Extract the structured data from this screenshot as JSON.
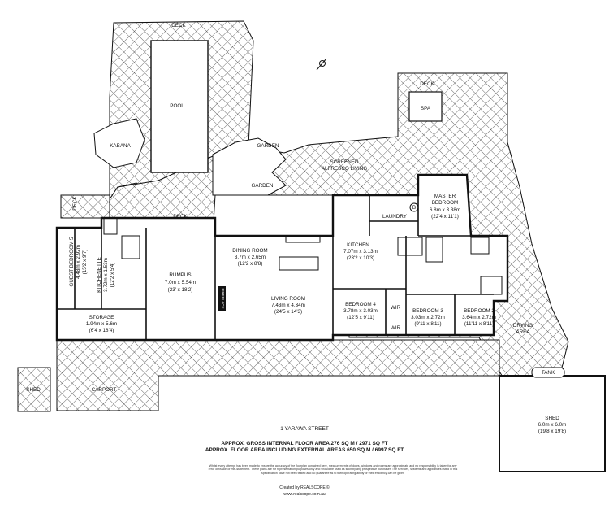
{
  "labels": {
    "deck_top": "DECK",
    "pool": "POOL",
    "kabana": "KABANA",
    "deck_spa": "DECK",
    "spa": "SPA",
    "garden_top": "GARDEN",
    "garden_bottom": "GARDEN",
    "screened_1": "SCREENED",
    "screened_2": "ALFRESCO LIVING",
    "deck_left": "DECK",
    "deck_mid": "DECK",
    "master_1": "MASTER",
    "master_2": "BEDROOM",
    "master_3": "6.8m x 3.38m",
    "master_4": "(22'4 x 11'1)",
    "laundry": "LAUNDRY",
    "guest_1": "GUEST BEDROOM 5",
    "guest_2": "4.48m x 2.92m",
    "guest_3": "(15'2 x 9'7)",
    "kitchenette_1": "KITCHENETTE",
    "kitchenette_2": "3.72m x 1.53m",
    "kitchenette_3": "(12'2 x 5'4)",
    "rumpus_1": "RUMPUS",
    "rumpus_2": "7.0m x 5.54m",
    "rumpus_3": "(23' x 18'2)",
    "storage_1": "STORAGE",
    "storage_2": "1.94m x 5.6m",
    "storage_3": "(6'4 x 18'4)",
    "dining_1": "DINING ROOM",
    "dining_2": "3.7m x 2.65m",
    "dining_3": "(12'2 x 8'8)",
    "fireplace": "FIREPLACE",
    "living_1": "LIVING ROOM",
    "living_2": "7.43m x 4.34m",
    "living_3": "(24'5 x 14'3)",
    "kitchen_1": "KITCHEN",
    "kitchen_2": "7.07m x 3.13m",
    "kitchen_3": "(23'2 x 10'3)",
    "bed4_1": "BEDROOM 4",
    "bed4_2": "3.78m x 3.03m",
    "bed4_3": "(12'5 x 9'11)",
    "wir_1": "WIR",
    "wir_2": "WIR",
    "bed3_1": "BEDROOM 3",
    "bed3_2": "3.03m x 2.72m",
    "bed3_3": "(9'11 x 8'11)",
    "bed2_1": "BEDROOM 2",
    "bed2_2": "3.64m x 2.72m",
    "bed2_3": "(11'11 x 8'11)",
    "drying_1": "DRYING",
    "drying_2": "AREA",
    "tank": "TANK",
    "shed_small": "SHED",
    "carport": "CARPORT",
    "shed_1": "SHED",
    "shed_2": "6.0m x 6.0m",
    "shed_3": "(19'8 x 19'8)",
    "compass": "N",
    "laundry_b": "B"
  },
  "footer": {
    "address": "1 YARAWA STREET",
    "gross_area": "APPROX. GROSS INTERNAL FLOOR AREA 276 SQ M / 2971 SQ FT",
    "external_area": "APPROX. FLOOR AREA INCLUDING EXTERNAL AREAS 650 SQ M / 6997 SQ FT",
    "disclaimer": "Whilst every attempt has been made to ensure the accuracy of the floorplan contained here, measurements of doors, windows and rooms are approximate and no responsibility is taken for any error omission or mis-statement. These plans are for representation purposes only and should be used as such by any prospective purchaser. The services, systems and appliances listed in this specification have not been tested and no guarantee as to their operating ability or their efficiency can be given",
    "created_by": "Created by REALSCOPE ©",
    "website": "www.realscope.com.au"
  }
}
